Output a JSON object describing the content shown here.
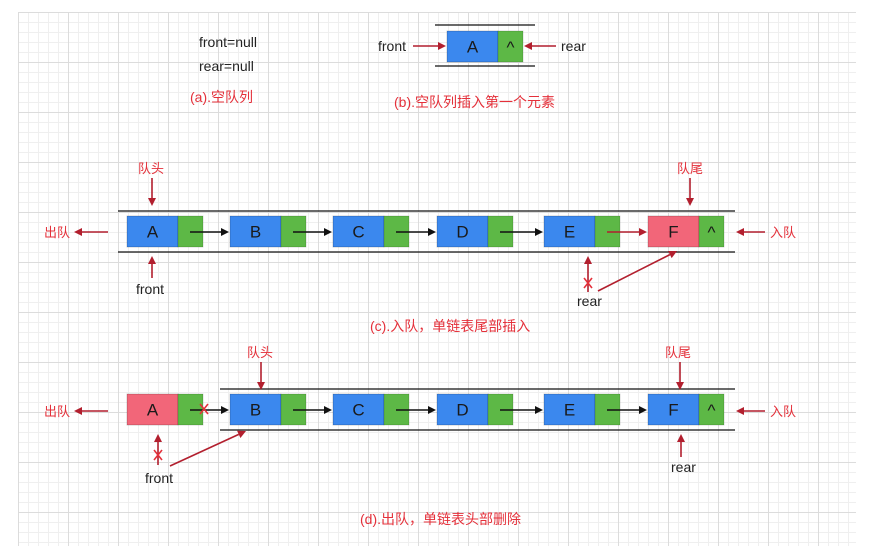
{
  "diagram": {
    "a": {
      "front": "front=null",
      "rear": "rear=null",
      "caption": "(a).空队列"
    },
    "b": {
      "front": "front",
      "rear": "rear",
      "node": "A",
      "null_mark": "^",
      "caption": "(b).空队列插入第一个元素"
    },
    "c": {
      "head": "队头",
      "tail": "队尾",
      "dequeue": "出队",
      "enqueue": "入队",
      "nodes": [
        "A",
        "B",
        "C",
        "D",
        "E",
        "F"
      ],
      "null_mark": "^",
      "front": "front",
      "rear": "rear",
      "caption": "(c).入队，单链表尾部插入"
    },
    "d": {
      "head": "队头",
      "tail": "队尾",
      "dequeue": "出队",
      "enqueue": "入队",
      "nodes": [
        "A",
        "B",
        "C",
        "D",
        "E",
        "F"
      ],
      "null_mark": "^",
      "front": "front",
      "rear": "rear",
      "caption": "(d).出队，单链表头部删除"
    }
  },
  "colors": {
    "node": "#3b88ee",
    "next_pointer": "#5db846",
    "highlight_node": "#f26679",
    "label": "#e4303a",
    "pointer_arrow": "#b21f2e",
    "link_arrow": "#111111"
  }
}
